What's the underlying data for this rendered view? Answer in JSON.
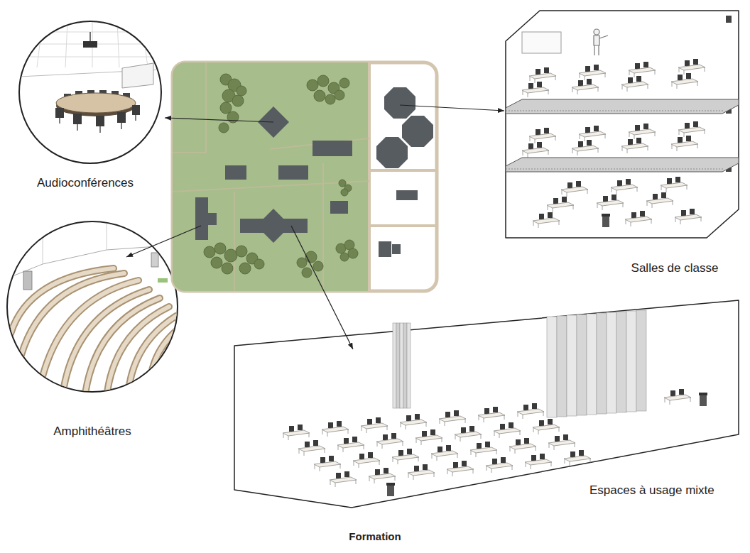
{
  "diagram": {
    "caption": "Formation",
    "nodes": [
      {
        "text": [
          "Audioconférences"
        ]
      },
      {
        "text": [
          "Salles de classe"
        ]
      },
      {
        "text": [
          "Amphithéâtres"
        ]
      },
      {
        "text": [
          "Espaces à usage mixte"
        ]
      }
    ]
  }
}
